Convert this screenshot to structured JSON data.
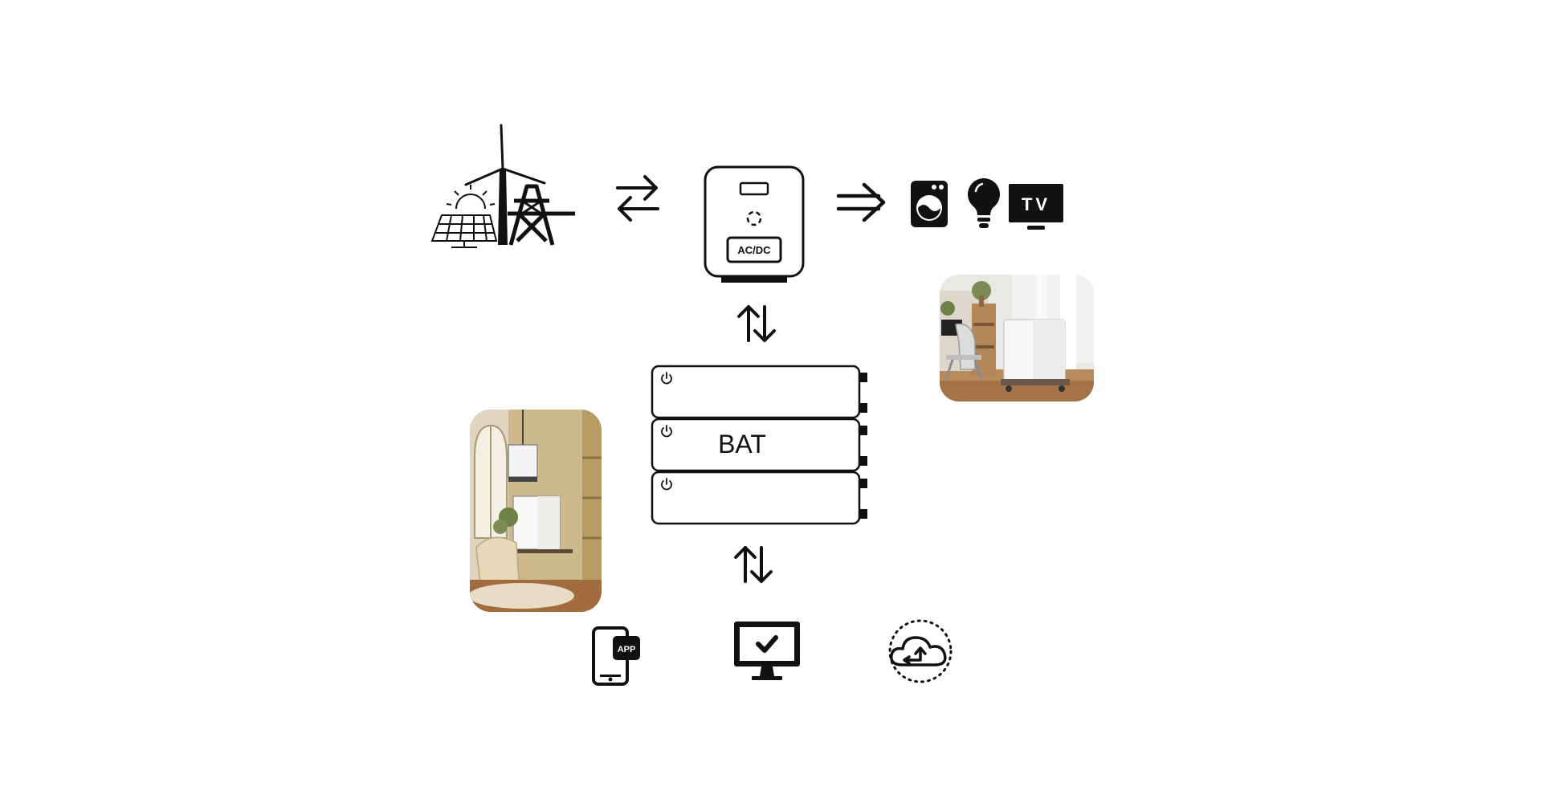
{
  "inverter": {
    "label": "AC/DC"
  },
  "battery": {
    "label": "BAT"
  },
  "loads": {
    "tv_label": "TV"
  },
  "monitoring": {
    "app_label": "APP"
  },
  "colors": {
    "stroke": "#111111",
    "background": "#ffffff"
  },
  "icons": [
    "solar-panel-icon",
    "sun-icon",
    "wind-turbine-icon",
    "power-tower-icon",
    "bidirectional-arrow-icon",
    "double-arrow-right-icon",
    "washing-machine-icon",
    "light-bulb-icon",
    "tv-icon",
    "phone-app-icon",
    "monitor-check-icon",
    "cloud-upload-icon"
  ]
}
